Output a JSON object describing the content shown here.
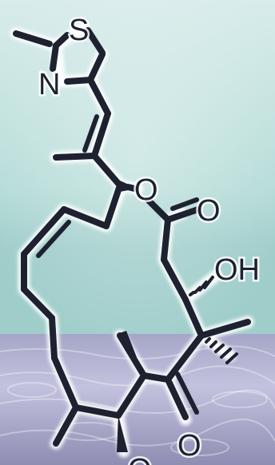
{
  "molecule": {
    "atom_labels": {
      "sulfur": "S",
      "nitrogen": "N",
      "ring_oxygen": "O",
      "carbonyl_oxygen_ester": "O",
      "hydroxyl": "OH",
      "carbonyl_oxygen_ketone": "O",
      "bottom_oxygen": "O"
    }
  },
  "colors": {
    "background_top": "#d7ecea",
    "background_mid": "#a9d3d0",
    "surface_light": "#c6c3dd",
    "surface_dark": "#7f7ea6",
    "bond": "#1e2230",
    "bond_halo": "#ffffff"
  }
}
